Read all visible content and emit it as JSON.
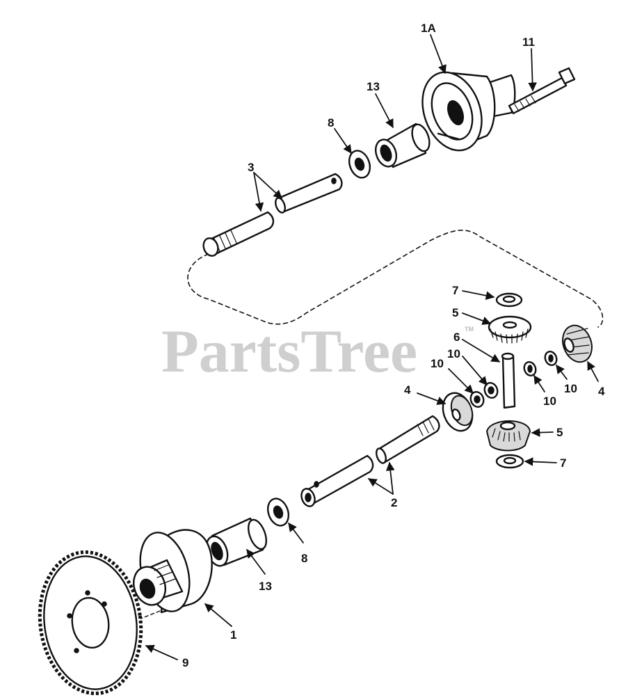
{
  "watermark": "PartsTree",
  "watermark_tm": "TM",
  "callouts": {
    "c1a": "1A",
    "c11": "11",
    "c13_top": "13",
    "c8_top": "8",
    "c3": "3",
    "c7_top": "7",
    "c5_top": "5",
    "c6": "6",
    "c10_a": "10",
    "c10_b": "10",
    "c10_c": "10",
    "c10_d": "10",
    "c4_right": "4",
    "c4_left": "4",
    "c5_bottom": "5",
    "c7_bottom": "7",
    "c2": "2",
    "c8_bottom": "8",
    "c13_bottom": "13",
    "c1": "1",
    "c9": "9"
  }
}
